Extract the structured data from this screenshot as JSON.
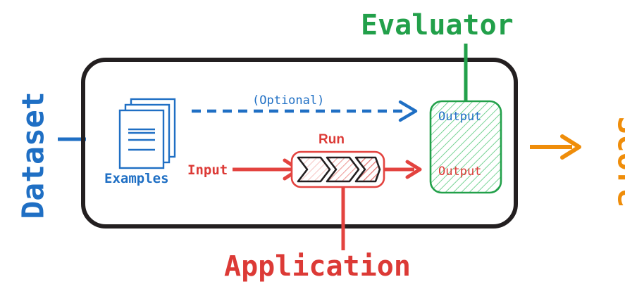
{
  "diagram": {
    "title_labels": {
      "dataset": "Dataset",
      "evaluator": "Evaluator",
      "application": "Application",
      "score": "Score"
    },
    "inner_labels": {
      "examples": "Examples",
      "optional": "(Optional)",
      "input": "Input",
      "run": "Run",
      "output_top": "Output",
      "output_bottom": "Output"
    },
    "colors": {
      "blue": "#1f6fc4",
      "red": "#dc3a36",
      "green": "#22a04a",
      "orange": "#ef8d0a",
      "black": "#231f20",
      "white": "#ffffff"
    },
    "icons": {
      "examples": "document-stack-icon",
      "run": "chevron-pipeline-icon",
      "optional_flow": "dashed-arrow-icon",
      "input_flow": "solid-arrow-icon",
      "score_flow": "solid-arrow-icon"
    }
  }
}
